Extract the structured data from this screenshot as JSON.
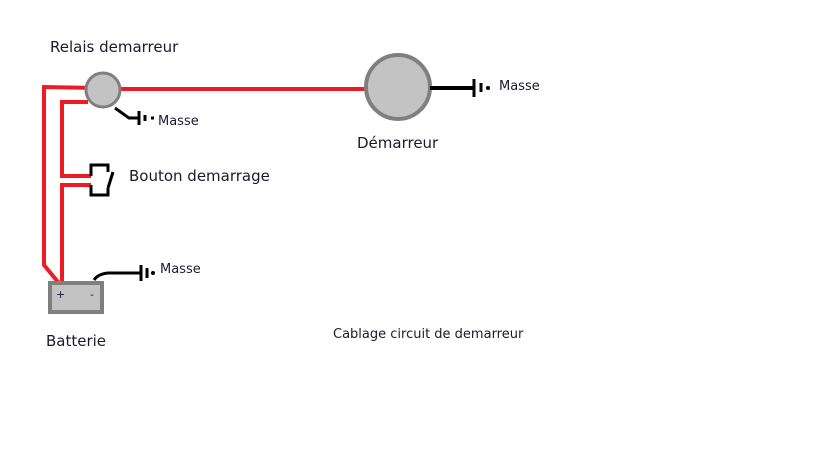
{
  "labels": {
    "relay": "Relais demarreur",
    "relay_ground": "Masse",
    "button": "Bouton demarrage",
    "battery_ground": "Masse",
    "battery": "Batterie",
    "battery_plus": "+",
    "battery_minus": "-",
    "starter": "Démarreur",
    "starter_ground": "Masse",
    "caption": "Cablage circuit de demarreur"
  },
  "colors": {
    "wire_positive": "#ed1c24",
    "wire_ground": "#000000",
    "component_fill": "#c3c3c3",
    "component_stroke": "#7f7f7f"
  }
}
